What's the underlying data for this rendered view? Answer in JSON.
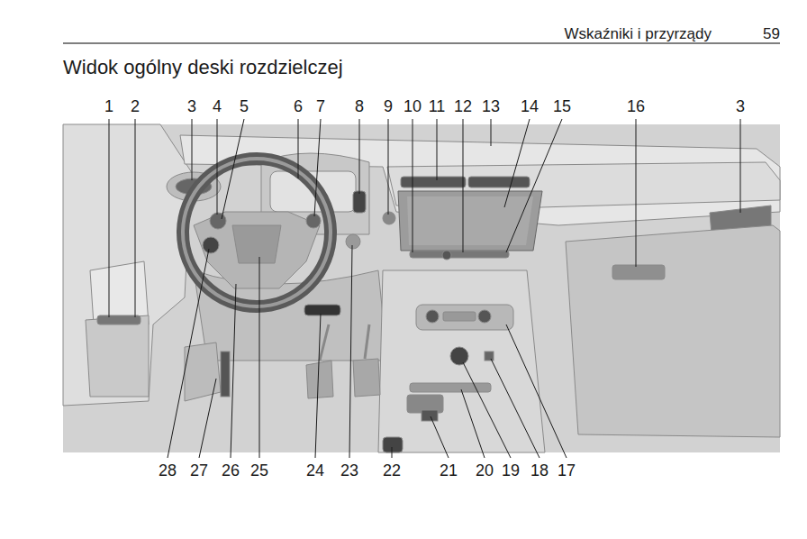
{
  "diagram": {
    "title": "Widok ogólny deski rozdzielczej",
    "labels": [
      "Wskaźniki i przyrządy",
      "59",
      "1",
      "2",
      "3",
      "4",
      "5",
      "6",
      "7",
      "8",
      "9",
      "10",
      "11",
      "12",
      "13",
      "14",
      "15",
      "16",
      "3",
      "28",
      "27",
      "26",
      "25",
      "24",
      "23",
      "22",
      "21",
      "20",
      "19",
      "18",
      "17"
    ]
  }
}
